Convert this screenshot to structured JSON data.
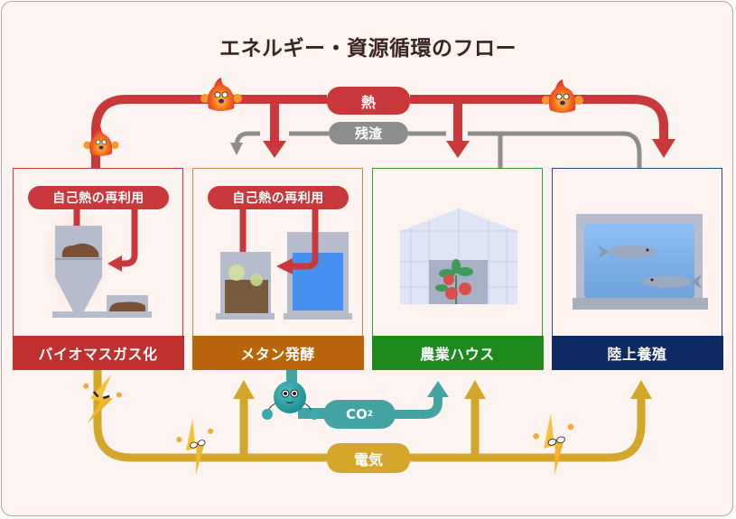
{
  "title": "エネルギー・資源循環のフロー",
  "flows": {
    "heat": {
      "label": "熱",
      "color": "#c9383a"
    },
    "residue": {
      "label": "残渣",
      "color": "#8d8d8d"
    },
    "electricity": {
      "label": "電気",
      "color": "#d4a62a"
    },
    "co2": {
      "label_main": "CO",
      "label_sub": "2",
      "color": "#44a4a4"
    }
  },
  "facilities": [
    {
      "id": "biomass",
      "label": "バイオマスガス化",
      "color": "#c0302f",
      "border": "#c9383a",
      "badge": "自己熱の再利用"
    },
    {
      "id": "methane",
      "label": "メタン発酵",
      "color": "#b8650c",
      "border": "#c88a48",
      "badge": "自己熱の再利用"
    },
    {
      "id": "greenhouse",
      "label": "農業ハウス",
      "color": "#1e8a1e",
      "border": "#3a9a3a"
    },
    {
      "id": "aquaculture",
      "label": "陸上養殖",
      "color": "#0d2a63",
      "border": "#2a4a80"
    }
  ],
  "mascots": {
    "fire": "fire-mascot-icon",
    "lightning": "lightning-mascot-icon",
    "co2": "co2-molecule-mascot-icon"
  }
}
